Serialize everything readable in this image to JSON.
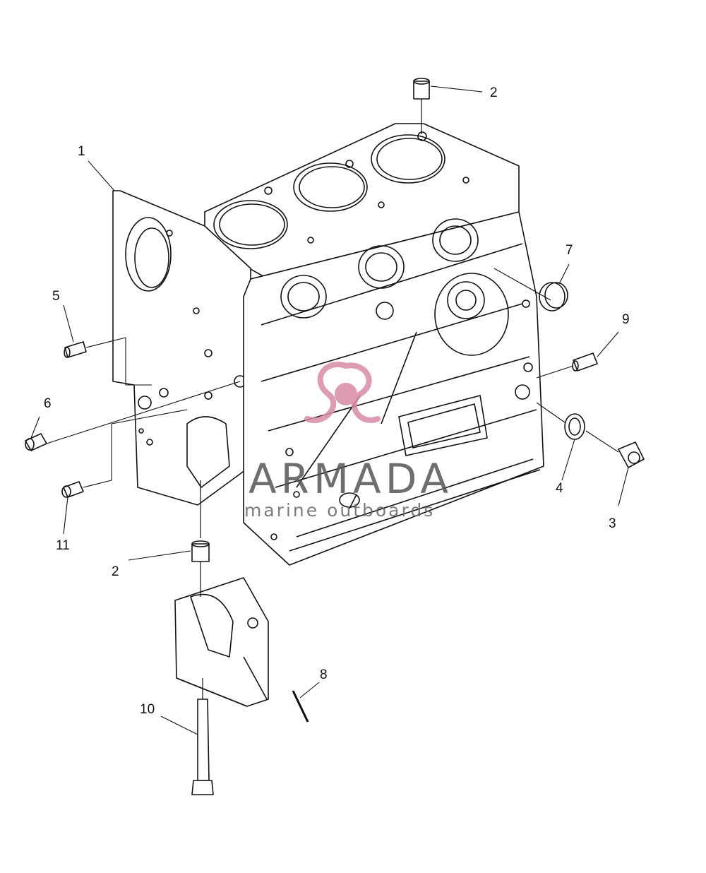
{
  "diagram": {
    "callouts": [
      {
        "id": "1",
        "label": "1"
      },
      {
        "id": "2-top",
        "label": "2"
      },
      {
        "id": "2-bottom",
        "label": "2"
      },
      {
        "id": "3",
        "label": "3"
      },
      {
        "id": "4",
        "label": "4"
      },
      {
        "id": "5",
        "label": "5"
      },
      {
        "id": "6",
        "label": "6"
      },
      {
        "id": "7",
        "label": "7"
      },
      {
        "id": "8",
        "label": "8"
      },
      {
        "id": "9",
        "label": "9"
      },
      {
        "id": "10",
        "label": "10"
      },
      {
        "id": "11",
        "label": "11"
      }
    ]
  },
  "watermark": {
    "title": "ARMADA",
    "subtitle": "marine outboards",
    "logo_color": "#d98aa8"
  }
}
